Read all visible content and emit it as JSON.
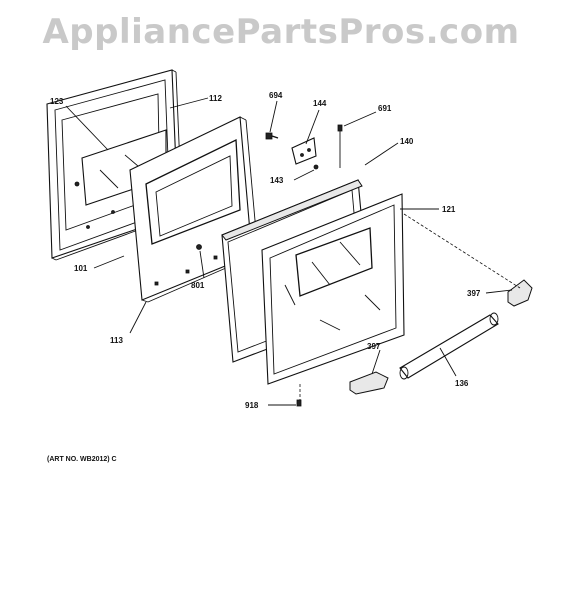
{
  "watermark": "AppliancePartsPros.com",
  "callouts": {
    "c123": "123",
    "c112": "112",
    "c694": "694",
    "c144": "144",
    "c691": "691",
    "c140": "140",
    "c143": "143",
    "c121": "121",
    "c101": "101",
    "c801": "801",
    "c113": "113",
    "c397a": "397",
    "c397b": "397",
    "c136": "136",
    "c918": "918"
  },
  "art_number": "(ART NO. WB2012) C"
}
